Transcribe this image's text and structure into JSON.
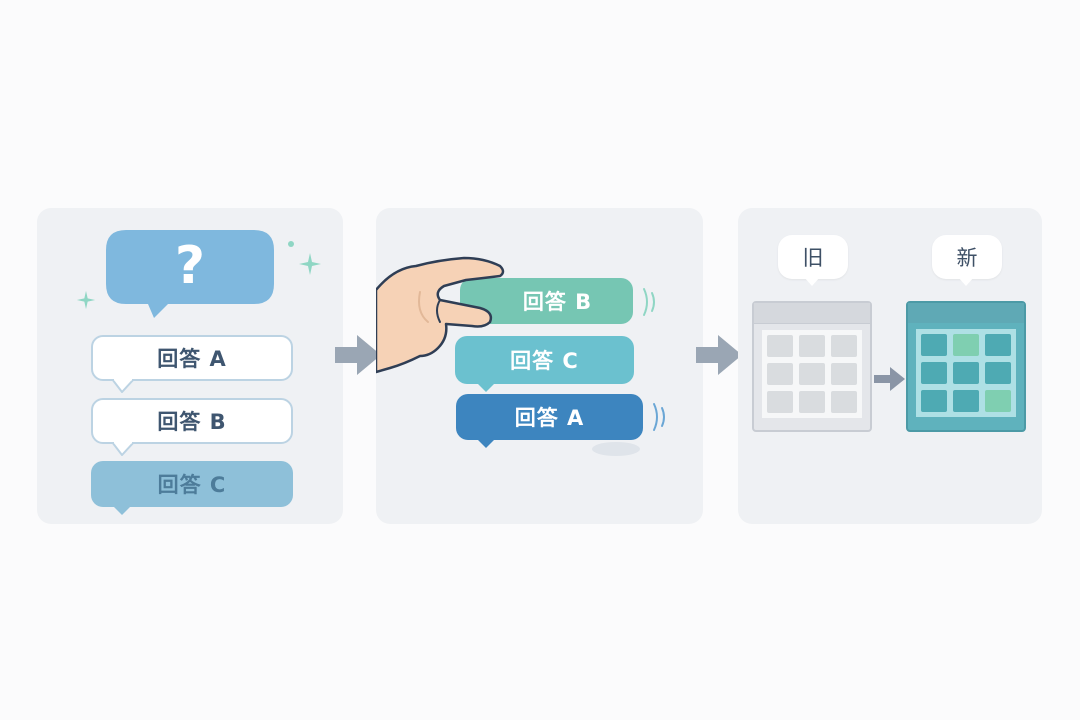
{
  "panel1": {
    "question_mark": "?",
    "answers": [
      "回答 A",
      "回答 B",
      "回答 C"
    ]
  },
  "panel2": {
    "answers": [
      "回答 B",
      "回答 C",
      "回答 A"
    ]
  },
  "panel3": {
    "old_label": "旧",
    "new_label": "新"
  },
  "colors": {
    "panel_bg": "#eff1f4",
    "question_bubble": "#7fb8de",
    "pill_border": "#bcd3e3",
    "pill_highlight": "#8ec0d9",
    "teal_light": "#76c6b3",
    "teal": "#6bc1cf",
    "deep_blue": "#3d85bf",
    "arrow": "#9aa6b4",
    "old_grid": "#e4e6ea",
    "new_grid": "#5fb2bd"
  },
  "icons": {
    "question": "question-bubble-icon",
    "hand": "hand-icon",
    "arrow": "arrow-right-icon",
    "sparkle": "sparkle-icon",
    "motion": "motion-lines-icon",
    "grid": "grid-icon"
  }
}
